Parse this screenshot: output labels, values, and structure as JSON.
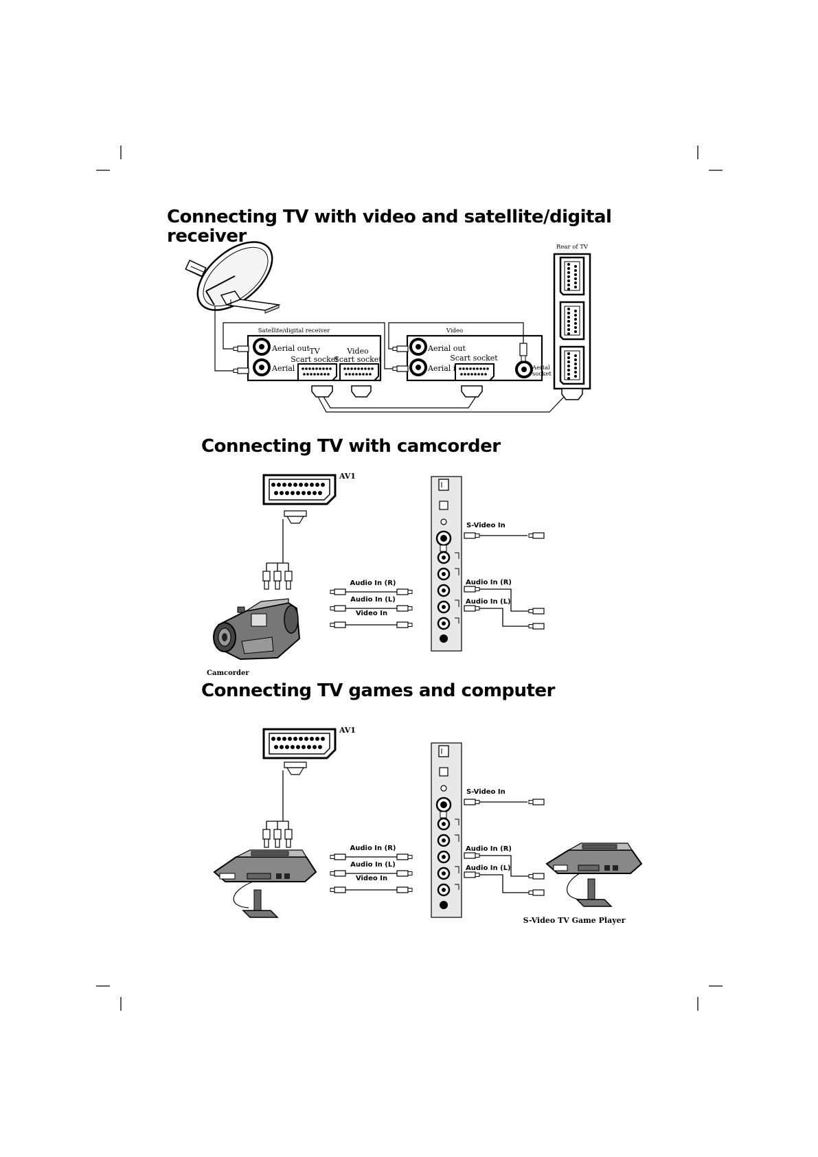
{
  "headings": {
    "section1_line1": "Connecting TV with video and satellite/digital",
    "section1_line2": "receiver",
    "section2": "Connecting TV with camcorder",
    "section3": "Connecting TV games and computer"
  },
  "section1": {
    "rear_of_tv": "Rear of TV",
    "sat_receiver_title": "Satellite/digital receiver",
    "video_title": "Video",
    "aerial_out": "Aerial out",
    "aerial_in": "Aerial in",
    "tv": "TV",
    "scart_socket": "Scart socket",
    "video_label": "Video",
    "video_aerial_out": "Aerial out",
    "video_aerial_in": "Aerial in",
    "video_scart_socket": "Scart socket",
    "aerial_socket_1": "Aerial",
    "aerial_socket_2": "socket"
  },
  "section2": {
    "av1": "AV1",
    "svideo_in": "S-Video In",
    "audio_in_r_left": "Audio In (R)",
    "audio_in_l_left": "Audio In (L)",
    "video_in_left": "Video In",
    "audio_in_r_right": "Audio In (R)",
    "audio_in_l_right": "Audio In (L)",
    "camcorder": "Camcorder"
  },
  "section3": {
    "av1": "AV1",
    "svideo_in": "S-Video In",
    "audio_in_r_left": "Audio In (R)",
    "audio_in_l_left": "Audio In (L)",
    "video_in_left": "Video In",
    "audio_in_r_right": "Audio In (R)",
    "audio_in_l_right": "Audio In (L)",
    "game_player": "S-Video TV Game Player"
  }
}
